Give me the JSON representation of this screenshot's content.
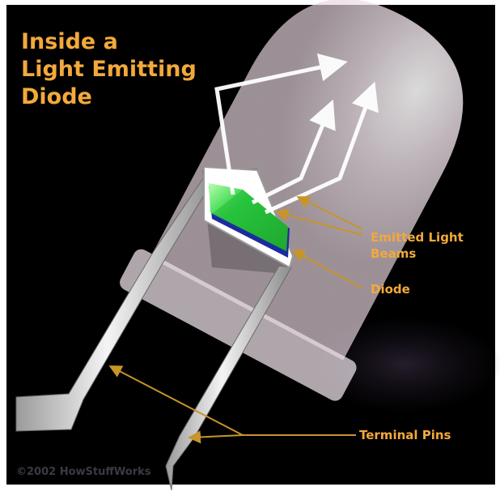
{
  "title": {
    "line1": "Inside a",
    "line2": "Light Emitting",
    "line3": "Diode"
  },
  "labels": {
    "emitted_line1": "Emitted Light",
    "emitted_line2": "Beams",
    "diode": "Diode",
    "terminal_pins": "Terminal Pins"
  },
  "copyright": "©2002 HowStuffWorks",
  "colors": {
    "background": "#000000",
    "label_text": "#f2a93b",
    "arrow": "#c8942a",
    "diode_chip": "#22c93a",
    "diode_base": "#2233aa",
    "lens": "#f3e6ee",
    "pins": "#d9d9d9"
  }
}
